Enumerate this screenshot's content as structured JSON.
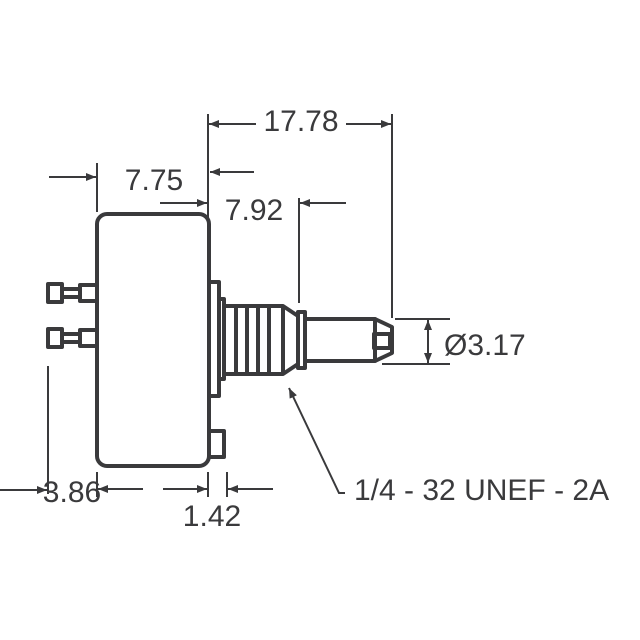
{
  "drawing": {
    "title": "Potentiometer outline dimensions",
    "stroke_color": "#3a3a3c",
    "background": "#ffffff",
    "units": "mm",
    "dimensions": {
      "overall_length": "17.78",
      "body_depth": "7.75",
      "bushing_length": "7.92",
      "shaft_diameter": "Ø3.17",
      "terminal_offset": "3.86",
      "flange_thickness": "1.42"
    },
    "callouts": {
      "thread_spec": "1/4 - 32 UNEF - 2A"
    }
  }
}
